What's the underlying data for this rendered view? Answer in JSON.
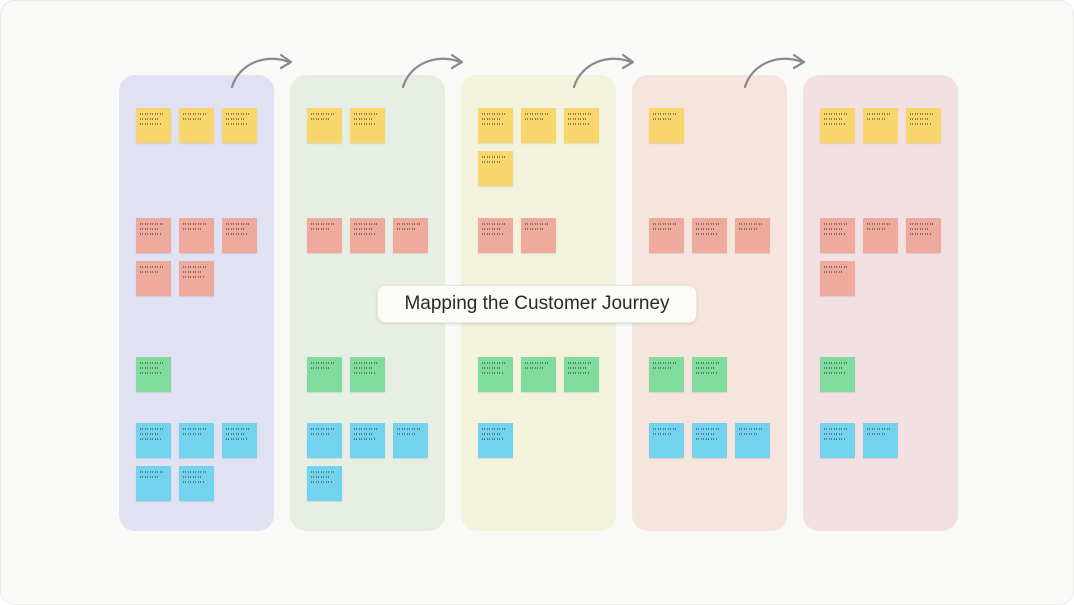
{
  "board": {
    "title": "Mapping the Customer Journey"
  },
  "colors": {
    "stage_backgrounds": [
      "#e0e1f3",
      "#e7efe4",
      "#f3f2dd",
      "#f5e5dc",
      "#f3e0e2"
    ],
    "note_yellow": "#f8d66c",
    "note_red": "#eeaa9c",
    "note_green": "#7fdc9c",
    "note_blue": "#73d3ef",
    "arrow": "#8a8a8a"
  },
  "stages": [
    {
      "rows": {
        "yellow": 3,
        "red": 5,
        "green": 1,
        "blue": 5
      }
    },
    {
      "rows": {
        "yellow": 2,
        "red": 3,
        "green": 2,
        "blue": 4
      }
    },
    {
      "rows": {
        "yellow": 4,
        "red": 2,
        "green": 3,
        "blue": 1
      }
    },
    {
      "rows": {
        "yellow": 1,
        "red": 3,
        "green": 2,
        "blue": 3
      }
    },
    {
      "rows": {
        "yellow": 3,
        "red": 4,
        "green": 1,
        "blue": 2
      }
    }
  ],
  "icons": {
    "arrow": "curved-arrow-right-icon"
  }
}
